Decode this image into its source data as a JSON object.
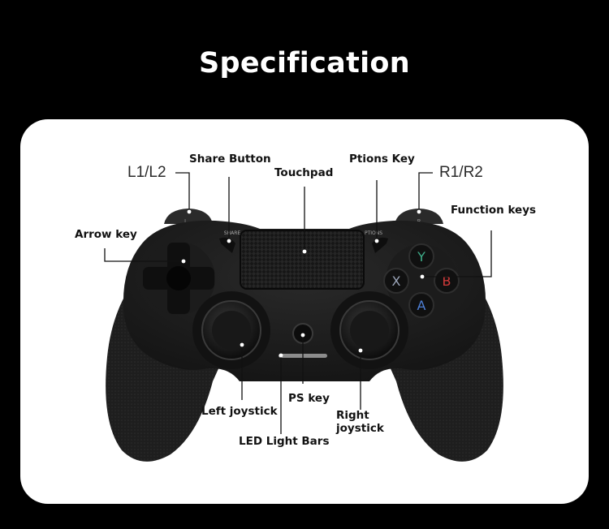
{
  "title": "Specification",
  "labels": {
    "l1l2": "L1/L2",
    "share_button": "Share Button",
    "touchpad": "Touchpad",
    "options_key": "Ptions Key",
    "r1r2": "R1/R2",
    "function_keys": "Function keys",
    "arrow_key": "Arrow key",
    "left_joystick": "Left joystick",
    "ps_key": "PS key",
    "right_joystick_line1": "Right",
    "right_joystick_line2": "joystick",
    "led_light_bars": "LED Light Bars"
  },
  "controller": {
    "shoulder_left_mark": "L",
    "shoulder_right_mark": "R",
    "share_mark": "SHARE",
    "options_mark": "PTIONS",
    "face_buttons": {
      "top": "Y",
      "left": "X",
      "right": "B",
      "bottom": "A"
    }
  },
  "colors": {
    "background": "#000000",
    "card": "#ffffff",
    "controller_body": "#1b1b1b",
    "button_y": "#3fae8a",
    "button_x": "#9aa4b8",
    "button_b": "#d23a3a",
    "button_a": "#4d7fd6"
  }
}
